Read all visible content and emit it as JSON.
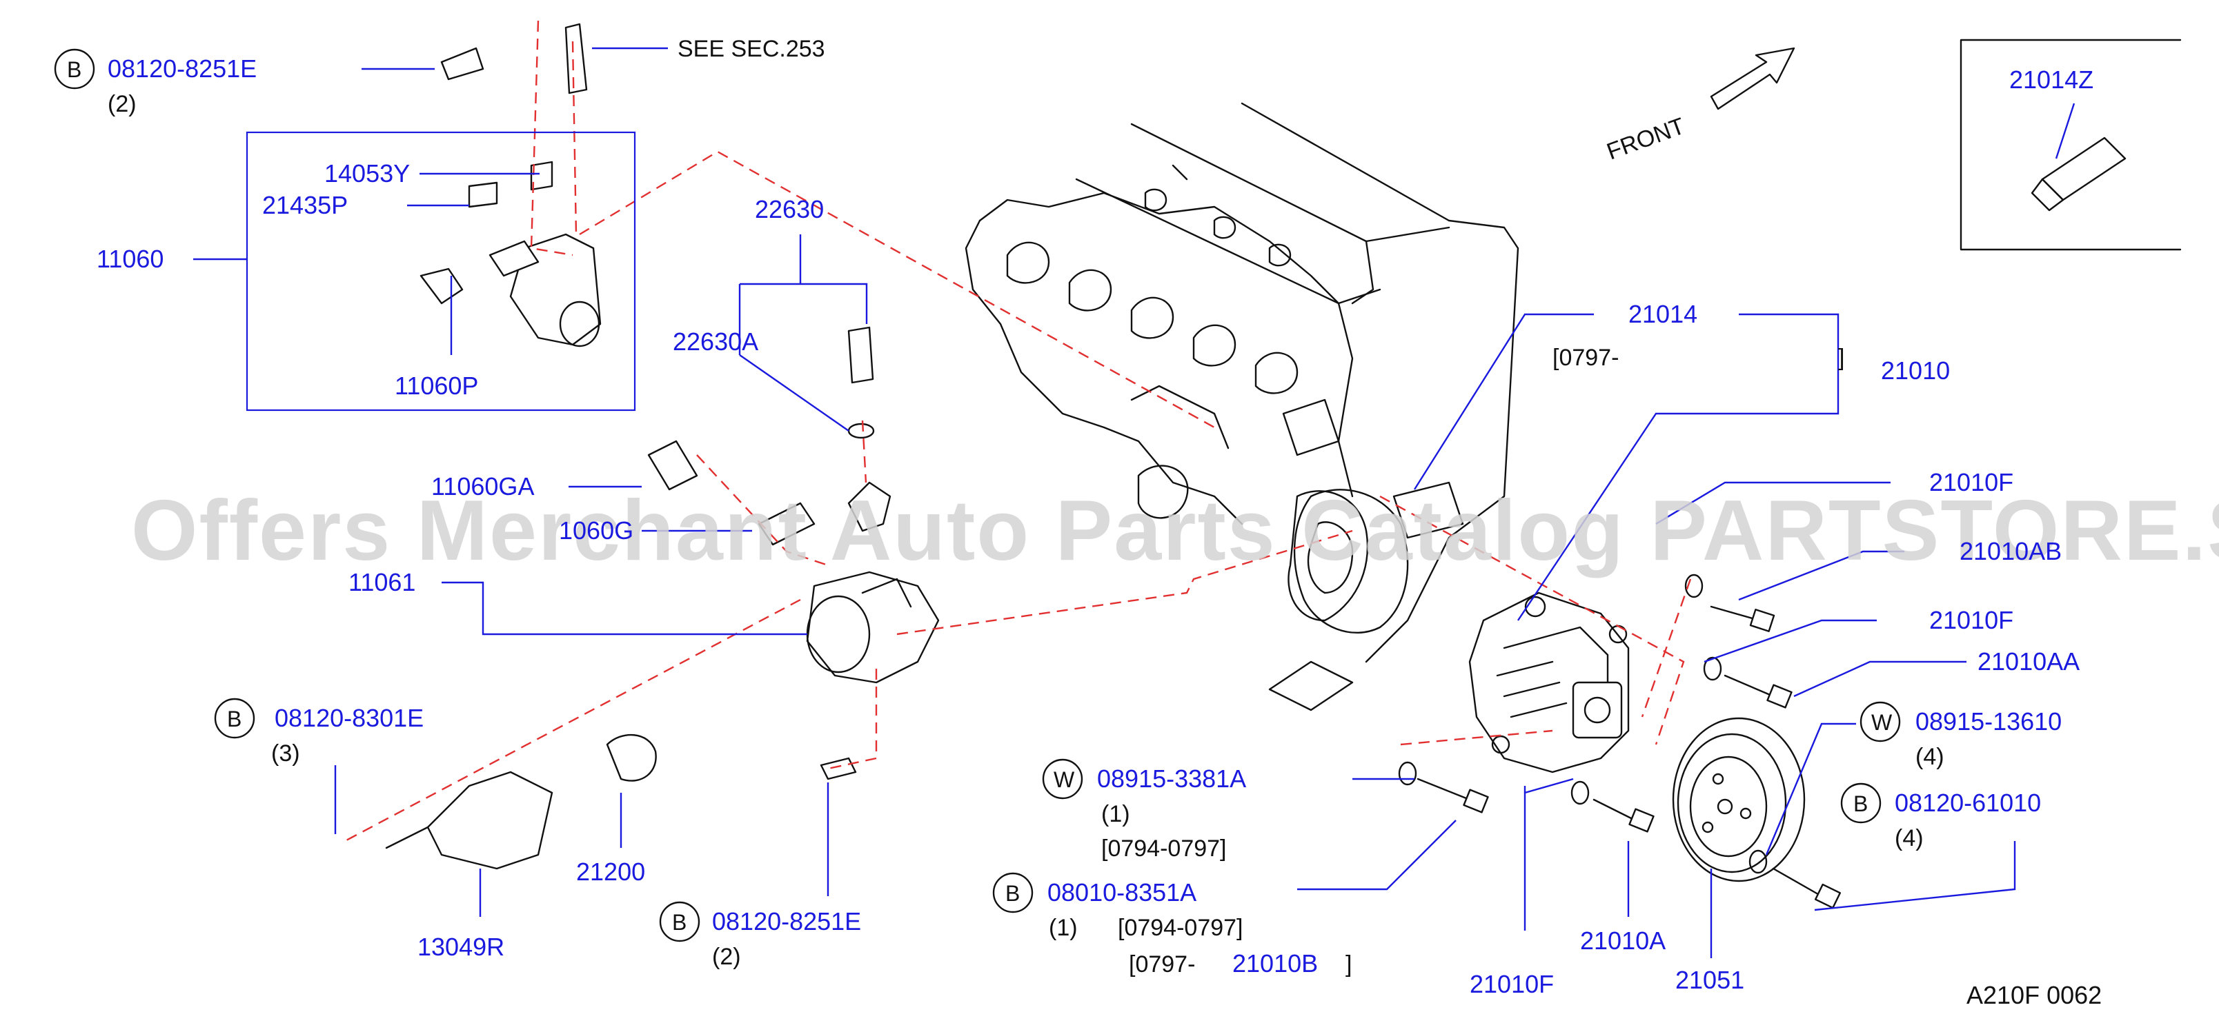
{
  "diagram_id": "A210F  0062",
  "watermark": "Offers Merchant Auto Parts Catalog PARTSTORE.SA",
  "front_label": "FRONT",
  "see_note": "SEE   SEC.253",
  "circle_letters": {
    "B": "B",
    "W": "W"
  },
  "parts": {
    "p08120_8251E_top": "08120-8251E",
    "p08120_8251E_top_qty": "(2)",
    "p14053Y": "14053Y",
    "p21435P": "21435P",
    "p11060": "11060",
    "p11060P": "11060P",
    "p22630": "22630",
    "p22630A": "22630A",
    "p11060GA": "11060GA",
    "p1060G": "1060G",
    "p11061": "11061",
    "p08120_8301E": "08120-8301E",
    "p08120_8301E_qty": "(3)",
    "p21200": "21200",
    "p13049R": "13049R",
    "p08120_8251E_bot": "08120-8251E",
    "p08120_8251E_bot_qty": "(2)",
    "p21014Z": "21014Z",
    "p21014": "21014",
    "p21014_range_open": "[0797-",
    "p21014_range_close": "]",
    "p21010": "21010",
    "p21010F_a": "21010F",
    "p21010AB": "21010AB",
    "p21010F_b": "21010F",
    "p21010AA": "21010AA",
    "p08915_13610": "08915-13610",
    "p08915_13610_qty": "(4)",
    "p08120_61010": "08120-61010",
    "p08120_61010_qty": "(4)",
    "p08915_3381A": "08915-3381A",
    "p08915_3381A_qty": "(1)",
    "p08915_3381A_range": "[0794-0797]",
    "p08010_8351A": "08010-8351A",
    "p08010_8351A_qty": "(1)",
    "p08010_8351A_range": "[0794-0797]",
    "p08010_range2_open": "[0797-",
    "p21010B": "21010B",
    "p08010_range2_close": "]",
    "p21010A": "21010A",
    "p21010F_c": "21010F",
    "p21051": "21051"
  }
}
